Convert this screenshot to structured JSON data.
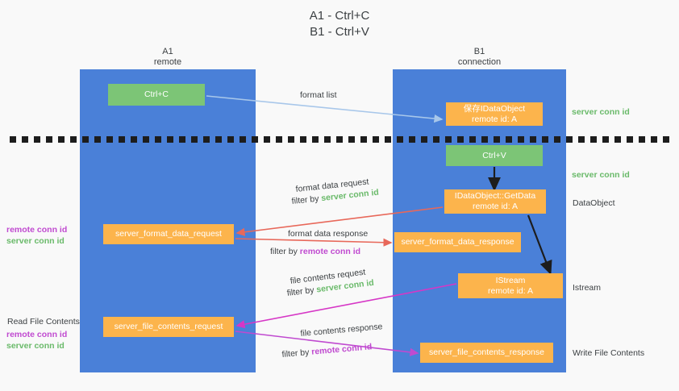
{
  "title": "A1 - Ctrl+C\nB1 - Ctrl+V",
  "lanes": [
    {
      "name": "A1",
      "sub": "remote",
      "label": "A1\nremote"
    },
    {
      "name": "B1",
      "sub": "connection",
      "label": "B1\nconnection"
    }
  ],
  "boxes": {
    "ctrl_c": "Ctrl+C",
    "save_dataobject": "保存IDataObject\nremote id: A",
    "ctrl_v": "Ctrl+V",
    "get_data": "IDataObject::GetData\nremote id: A",
    "istream": "IStream\nremote id: A",
    "server_format_data_request": "server_format_data_request",
    "server_format_data_response": "server_format_data_response",
    "server_file_contents_request": "server_file_contents_request",
    "server_file_contents_response": "server_file_contents_response"
  },
  "side_labels": {
    "server_conn_id_top": "server conn id",
    "server_conn_id_mid": "server conn id",
    "data_object": "DataObject",
    "istream": "Istream",
    "write_file_contents": "Write File Contents",
    "read_file_contents": "Read File Contents",
    "remote_conn_id": "remote conn id",
    "server_conn_id": "server conn id"
  },
  "flows": [
    {
      "id": "format-list",
      "label": "format list",
      "filter_prefix": "",
      "filter_target": "",
      "arrow_color": "#a8c7ea"
    },
    {
      "id": "format-data-req",
      "label": "format data request",
      "filter_prefix": "filter by",
      "filter_target": "server conn id",
      "arrow_color": "#e8685a"
    },
    {
      "id": "format-data-res",
      "label": "format data response",
      "filter_prefix": "filter by",
      "filter_target": "remote conn id",
      "arrow_color": "#e8685a"
    },
    {
      "id": "file-contents-req",
      "label": "file contents request",
      "filter_prefix": "filter by",
      "filter_target": "server conn id",
      "arrow_color": "#d637c6"
    },
    {
      "id": "file-contents-res",
      "label": "file contents response",
      "filter_prefix": "filter by",
      "filter_target": "remote conn id",
      "arrow_color": "#c04ad0"
    }
  ],
  "colors": {
    "lane_blue": "#4a80d8",
    "box_green": "#7cc576",
    "box_orange": "#fcb44c",
    "green_text": "#6aba6a",
    "purple_text": "#c04ad0",
    "background": "#f9f9f9",
    "dashed_line": "#1d1d1d",
    "arrow_black": "#1d1d1d"
  }
}
